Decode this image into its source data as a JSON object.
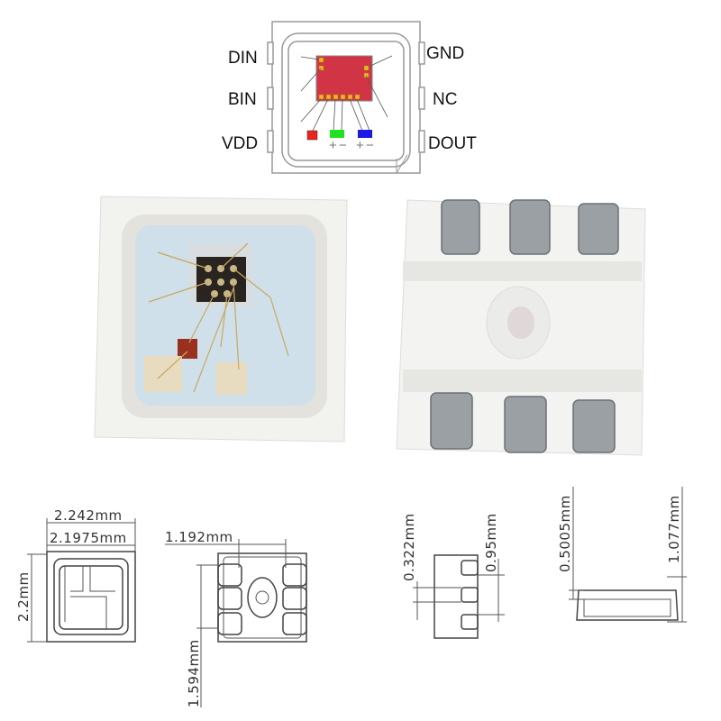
{
  "pinout": {
    "left_pins": [
      "DIN",
      "BIN",
      "VDD"
    ],
    "right_pins": [
      "GND",
      "NC",
      "DOUT"
    ],
    "polarity_marks": [
      "+",
      "−",
      "+",
      "−"
    ],
    "colors": {
      "chip": "#d13545",
      "red_led": "#e8261b",
      "green_led": "#22e022",
      "blue_led": "#1a1ae6",
      "pad": "#f0b820"
    }
  },
  "dimensions": {
    "top_outer_width": "2.242mm",
    "top_inner_width": "2.1975mm",
    "top_height": "2.2mm",
    "bottom_pad_pitch": "1.192mm",
    "bottom_pad_span": "1.594mm",
    "side_pad_height": "0.322mm",
    "side_total": "0.95mm",
    "front_pad": "0.5005mm",
    "front_total": "1.077mm"
  }
}
